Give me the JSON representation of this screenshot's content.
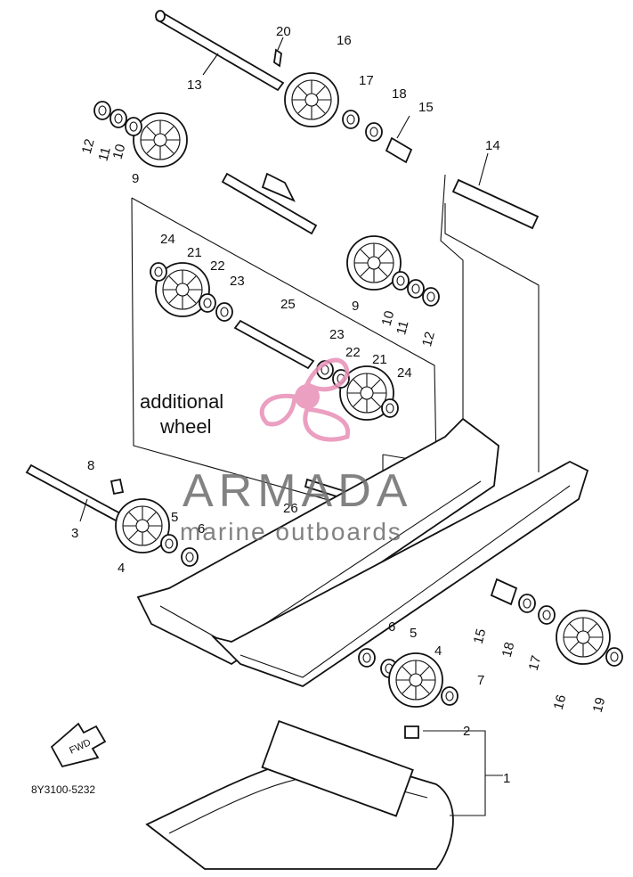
{
  "watermark": {
    "brand": "ARMADA",
    "tagline": "marine outboards",
    "accent_color": "#e88fb7",
    "text_color": "#6d6d6d"
  },
  "diagram": {
    "code": "8Y3100-5232",
    "additional_wheel_line1": "additional",
    "additional_wheel_line2": "wheel",
    "fwd_label": "FWD"
  },
  "callouts": {
    "c1": "1",
    "c2": "2",
    "c3": "3",
    "c4a": "4",
    "c4b": "4",
    "c5a": "5",
    "c5b": "5",
    "c6a": "6",
    "c6b": "6",
    "c7": "7",
    "c8": "8",
    "c9a": "9",
    "c9b": "9",
    "c10a": "10",
    "c10b": "10",
    "c11a": "11",
    "c11b": "11",
    "c12a": "12",
    "c12b": "12",
    "c13": "13",
    "c14": "14",
    "c15a": "15",
    "c15b": "15",
    "c16a": "16",
    "c16b": "16",
    "c17a": "17",
    "c17b": "17",
    "c18a": "18",
    "c18b": "18",
    "c19": "19",
    "c20": "20",
    "c21a": "21",
    "c21b": "21",
    "c22a": "22",
    "c22b": "22",
    "c23a": "23",
    "c23b": "23",
    "c24a": "24",
    "c24b": "24",
    "c25": "25",
    "c26": "26"
  }
}
